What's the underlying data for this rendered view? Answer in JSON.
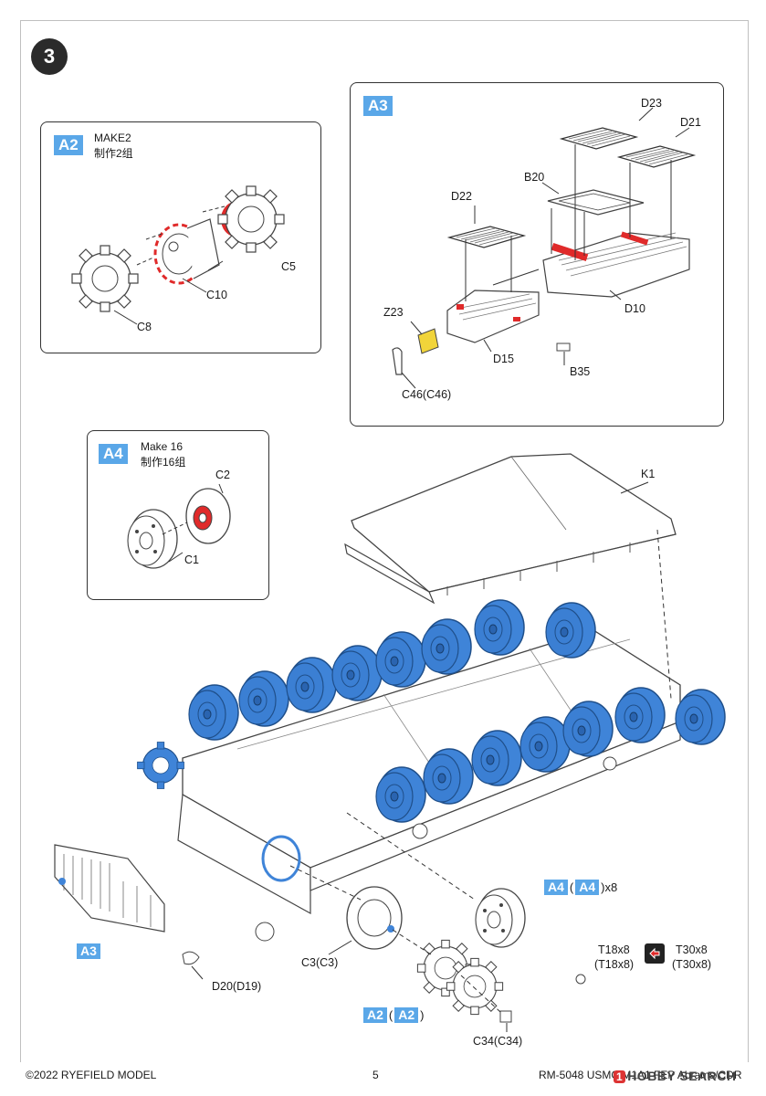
{
  "step": {
    "number": "3"
  },
  "boxA2": {
    "tag": "A2",
    "make_en": "MAKE2",
    "make_cn": "制作2组",
    "labels": {
      "c5": "C5",
      "c10": "C10",
      "c8": "C8"
    }
  },
  "boxA3": {
    "tag": "A3",
    "labels": {
      "d23": "D23",
      "d21": "D21",
      "b20": "B20",
      "d22": "D22",
      "z23": "Z23",
      "d10": "D10",
      "d15": "D15",
      "b35": "B35",
      "c46": "C46(C46)"
    }
  },
  "boxA4": {
    "tag": "A4",
    "make_en": "Make 16",
    "make_cn": "制作16组",
    "labels": {
      "c2": "C2",
      "c1": "C1"
    }
  },
  "main": {
    "labels": {
      "k1": "K1",
      "c3": "C3(C3)",
      "d20": "D20(D19)",
      "c34": "C34(C34)",
      "t18_a": "T18x8",
      "t18_b": "(T18x8)",
      "t30_a": "T30x8",
      "t30_b": "(T30x8)"
    },
    "callouts": {
      "a3": "A3",
      "a4": "A4",
      "a4_paren": "A4",
      "a4_suffix": ")x8",
      "a2": "A2",
      "a2_paren": "A2",
      "a2_close": ")",
      "open_paren": "("
    }
  },
  "footer": {
    "copyright": "©2022 RYEFIELD MODEL",
    "page": "5",
    "product": "RM-5048 USMC M1A1 FEP Abrams/CDR"
  },
  "watermark": {
    "badge": "1",
    "text": "HOBBY SEARCH"
  },
  "colors": {
    "wheel": "#3f84d8",
    "tag": "#5aa7e8",
    "highlight": "#e02a2a"
  }
}
